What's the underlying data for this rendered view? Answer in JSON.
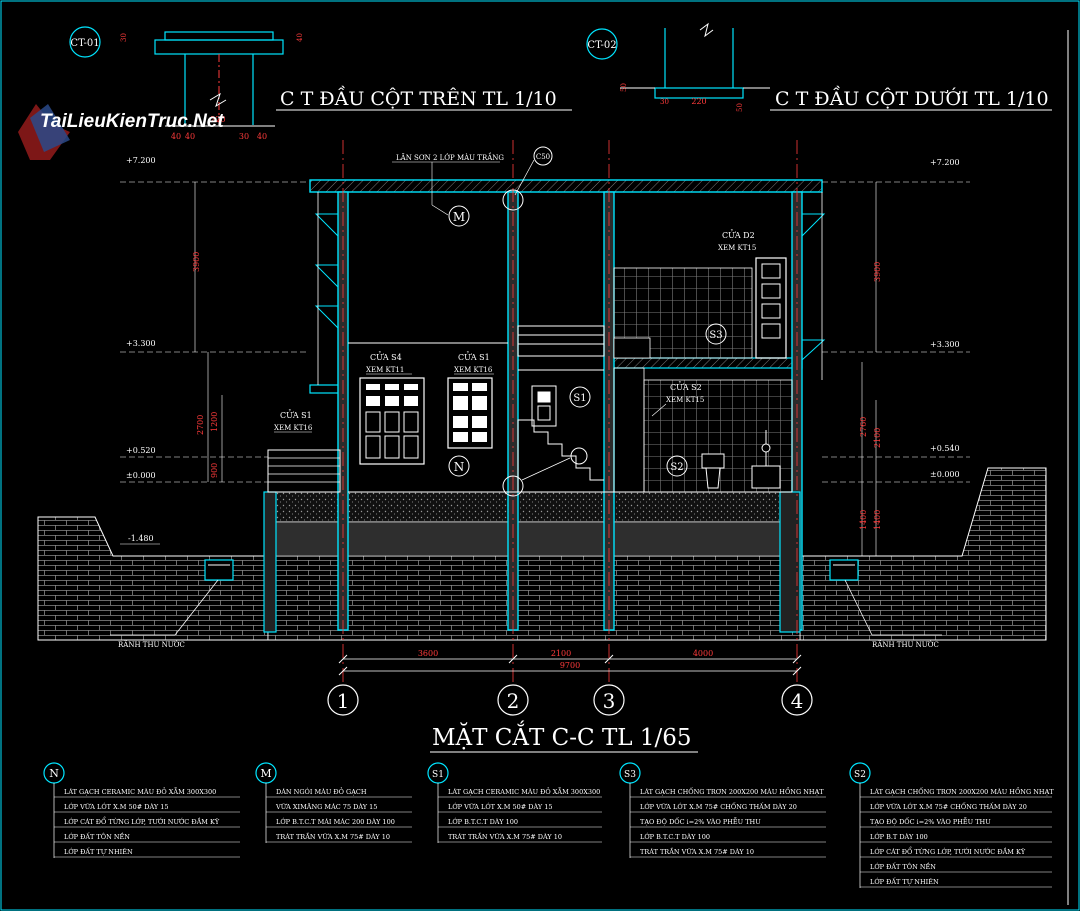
{
  "details": {
    "upper": {
      "tag": "CT-01",
      "title": "C T ĐẦU CỘT TRÊN TL 1/10",
      "dims": [
        "220",
        "40",
        "40",
        "30",
        "40",
        "40",
        "30"
      ]
    },
    "lower": {
      "tag": "CT-02",
      "title": "C T ĐẦU CỘT DƯỚI TL 1/10",
      "dims": [
        "220",
        "50",
        "50",
        "30"
      ]
    }
  },
  "watermark": "TaiLieuKienTruc.Net",
  "section": {
    "title": "MẶT CẮT C-C   TL 1/65",
    "roof_note": "LĂN SƠN 2 LỚP MÀU TRẮNG",
    "callout": "C50",
    "levels": {
      "left": [
        "+7.200",
        "+3.300",
        "+0.520",
        "±0.000",
        "-1.480"
      ],
      "right": [
        "+7.200",
        "+3.300",
        "+0.540",
        "±0.000"
      ]
    },
    "dims_left": [
      "3900",
      "2700",
      "1200",
      "900"
    ],
    "dims_right": [
      "3900",
      "2760",
      "2100",
      "1400",
      "1400"
    ],
    "doors": [
      {
        "name": "CỬA S4",
        "ref": "XEM KT11"
      },
      {
        "name": "CỬA S1",
        "ref": "XEM KT16"
      },
      {
        "name": "CỬA S1",
        "ref": "XEM KT16"
      },
      {
        "name": "CỬA D2",
        "ref": "XEM KT15"
      },
      {
        "name": "CỬA S2",
        "ref": "XEM KT15"
      }
    ],
    "markers": [
      "M",
      "N",
      "S1",
      "S2",
      "S3"
    ],
    "drains": [
      "RÃNH THU NƯỚC",
      "RÃNH THU NƯỚC"
    ],
    "bottom_dims": [
      "3600",
      "2100",
      "4000",
      "9700"
    ],
    "axes": [
      "1",
      "2",
      "3",
      "4"
    ]
  },
  "legends": [
    {
      "key": "N",
      "lines": [
        "LÁT GẠCH CERAMIC MÀU ĐỎ XẪM 300X300",
        "LỚP VỮA LÓT X.M 50# DÀY 15",
        "LỚP CÁT ĐỔ TỪNG LỚP, TƯỚI NƯỚC ĐẦM KỸ",
        "LỚP ĐẤT TÔN NỀN",
        "LỚP ĐẤT TỰ NHIÊN"
      ]
    },
    {
      "key": "M",
      "lines": [
        "DÁN NGÓI MÀU ĐỎ GẠCH",
        "VỮA XIMĂNG MÁC 75 DÀY 15",
        "LỚP B.T.C.T MÁI MÁC 200 DÀY 100",
        "TRÁT TRẦN VỮA X.M 75# DÀY 10"
      ]
    },
    {
      "key": "S1",
      "lines": [
        "LÁT GẠCH CERAMIC MÀU ĐỎ XẪM 300X300",
        "LỚP VỮA LÓT X.M 50# DÀY 15",
        "LỚP B.T.C.T DÀY 100",
        "TRÁT TRẦN VỮA X.M 75# DÀY 10"
      ]
    },
    {
      "key": "S3",
      "lines": [
        "LÁT GẠCH CHỐNG TRƠN 200X200 MÀU HỒNG NHẠT",
        "LỚP VỮA LÓT X.M 75# CHỐNG THẤM DÀY 20",
        "TẠO ĐỘ DỐC i=2% VÀO PHỄU THU",
        "LỚP B.T.C.T DÀY 100",
        "TRÁT TRẦN VỮA X.M 75# DÀY 10"
      ]
    },
    {
      "key": "S2",
      "lines": [
        "LÁT GẠCH CHỐNG TRƠN 200X200 MÀU HỒNG NHẠT",
        "LỚP VỮA LÓT X.M 75# CHỐNG THẤM DÀY 20",
        "TẠO ĐỘ DỐC i=2% VÀO PHỄU THU",
        "LỚP B.T DÀY 100",
        "LỚP CÁT ĐỔ TỪNG LỚP, TƯỚI NƯỚC ĐẦM KỸ",
        "LỚP ĐẤT TÔN NỀN",
        "LỚP ĐẤT TỰ NHIÊN"
      ]
    }
  ],
  "colors": {
    "bg": "#000000",
    "line": "#ffffff",
    "cyan": "#00e5ff",
    "red": "#ff3b3b",
    "green": "#2ee62e",
    "gray": "#8a8a8a",
    "yellow": "#ffff66"
  }
}
